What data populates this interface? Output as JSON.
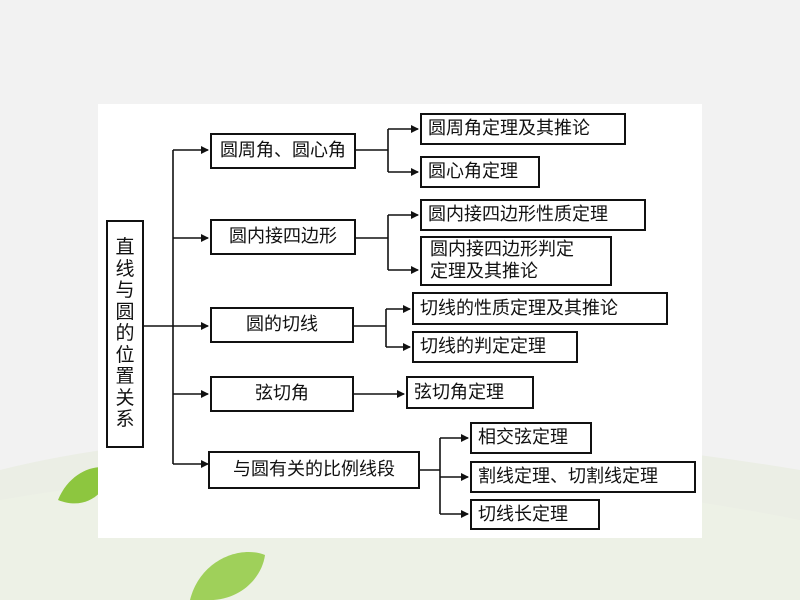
{
  "root": {
    "chars": [
      "直",
      "线",
      "与",
      "圆",
      "的",
      "位",
      "置",
      "关",
      "系"
    ]
  },
  "groups": [
    {
      "label": "圆周角、圆心角",
      "children": [
        {
          "lines": [
            "圆周角定理及其推论"
          ]
        },
        {
          "lines": [
            "圆心角定理"
          ]
        }
      ]
    },
    {
      "label": "圆内接四边形",
      "children": [
        {
          "lines": [
            "圆内接四边形性质定理"
          ]
        },
        {
          "lines": [
            "圆内接四边形判定",
            "定理及其推论"
          ]
        }
      ]
    },
    {
      "label": "圆的切线",
      "children": [
        {
          "lines": [
            "切线的性质定理及其推论"
          ]
        },
        {
          "lines": [
            "切线的判定定理"
          ]
        }
      ]
    },
    {
      "label": "弦切角",
      "children": [
        {
          "lines": [
            "弦切角定理"
          ]
        }
      ]
    },
    {
      "label": "与圆有关的比例线段",
      "children": [
        {
          "lines": [
            "相交弦定理"
          ]
        },
        {
          "lines": [
            "割线定理、切割线定理"
          ]
        },
        {
          "lines": [
            "切线长定理"
          ]
        }
      ]
    }
  ],
  "colors": {
    "background": "#f2f2f2",
    "panel": "#ffffff",
    "line": "#111111",
    "leaf": "#8dc63f"
  }
}
